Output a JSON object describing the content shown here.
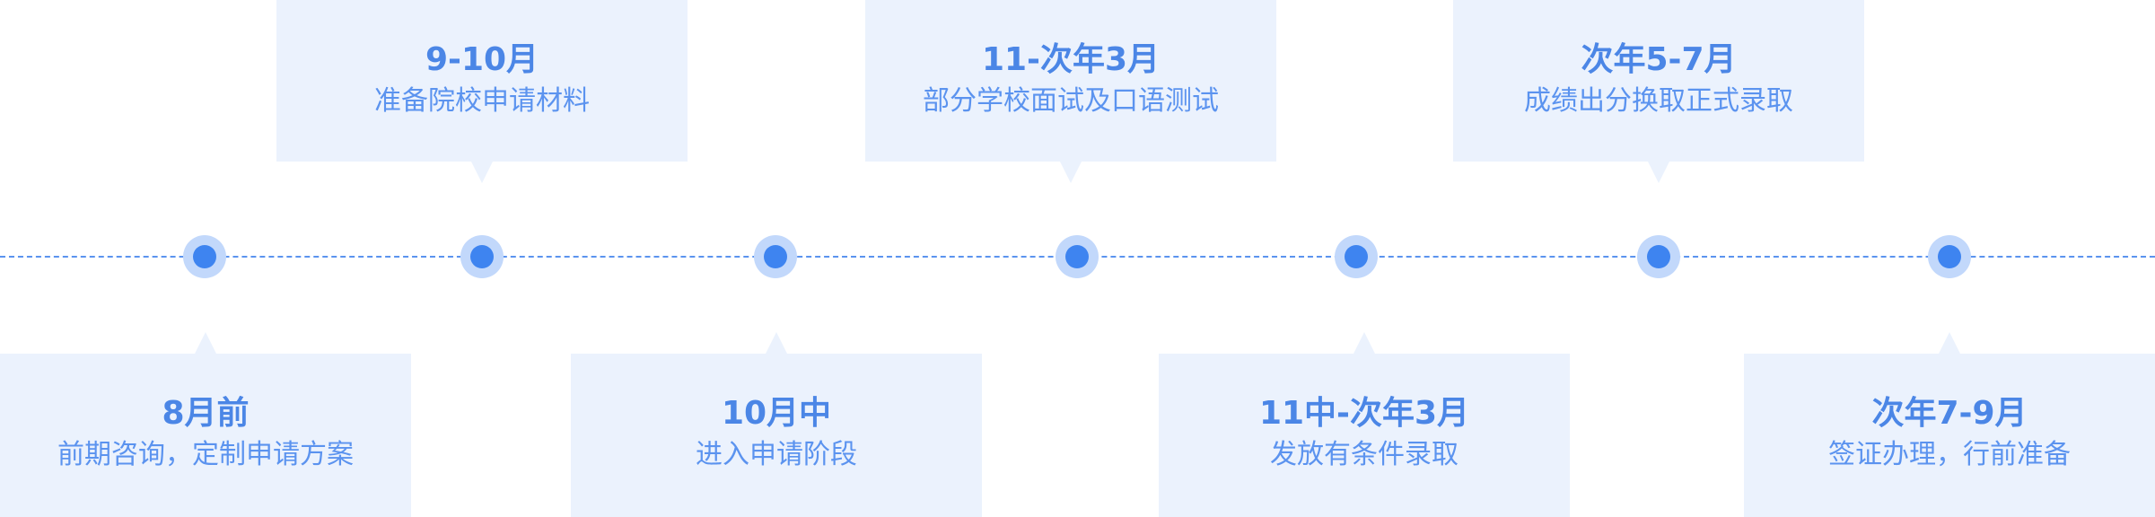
{
  "timeline": {
    "stages": [
      {
        "period": "8月前",
        "description": "前期咨询，定制申请方案"
      },
      {
        "period": "9-10月",
        "description": "准备院校申请材料"
      },
      {
        "period": "10月中",
        "description": "进入申请阶段"
      },
      {
        "period": "11-次年3月",
        "description": "部分学校面试及口语测试"
      },
      {
        "period": "11中-次年3月",
        "description": "发放有条件录取"
      },
      {
        "period": "次年5-7月",
        "description": "成绩出分换取正式录取"
      },
      {
        "period": "次年7-9月",
        "description": "签证办理，行前准备"
      }
    ]
  },
  "colors": {
    "accent": "#3e84f0",
    "node_halo": "#c2d8fb",
    "card_bg": "#ebf2fd",
    "title_text": "#4b86e6"
  }
}
